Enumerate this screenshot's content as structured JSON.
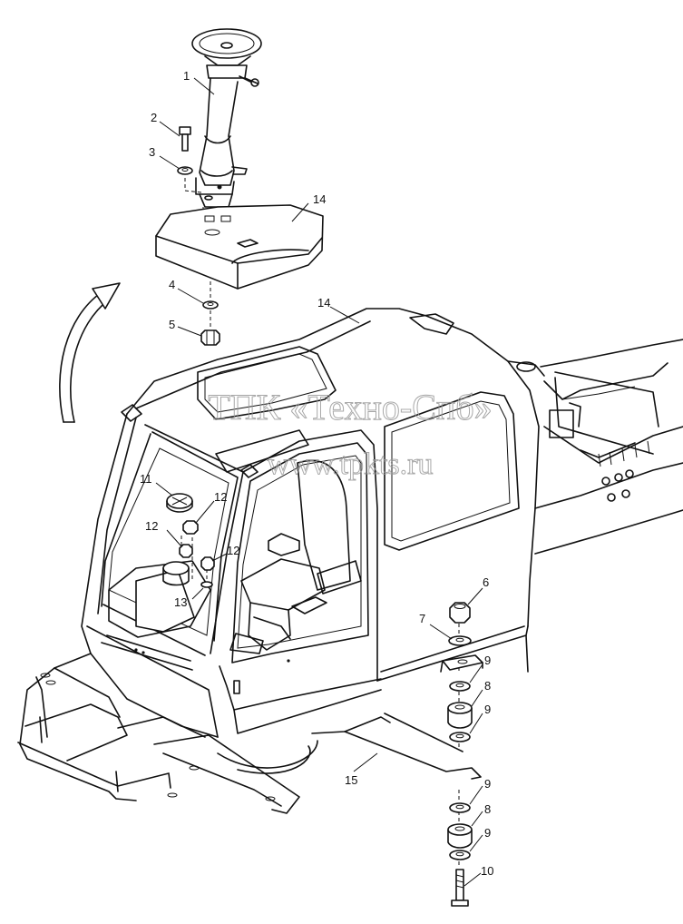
{
  "watermark": {
    "line1": "ТПК «Техно-Спб»",
    "line2": "www.tpkts.ru"
  },
  "callouts": {
    "c1": "1",
    "c2": "2",
    "c3": "3",
    "c4": "4",
    "c5": "5",
    "c6": "6",
    "c7": "7",
    "c8a": "8",
    "c8b": "8",
    "c9a": "9",
    "c9b": "9",
    "c9c": "9",
    "c9d": "9",
    "c10": "10",
    "c11": "11",
    "c12a": "12",
    "c12b": "12",
    "c12c": "12",
    "c13": "13",
    "c14a": "14",
    "c14b": "14",
    "c15": "15"
  }
}
